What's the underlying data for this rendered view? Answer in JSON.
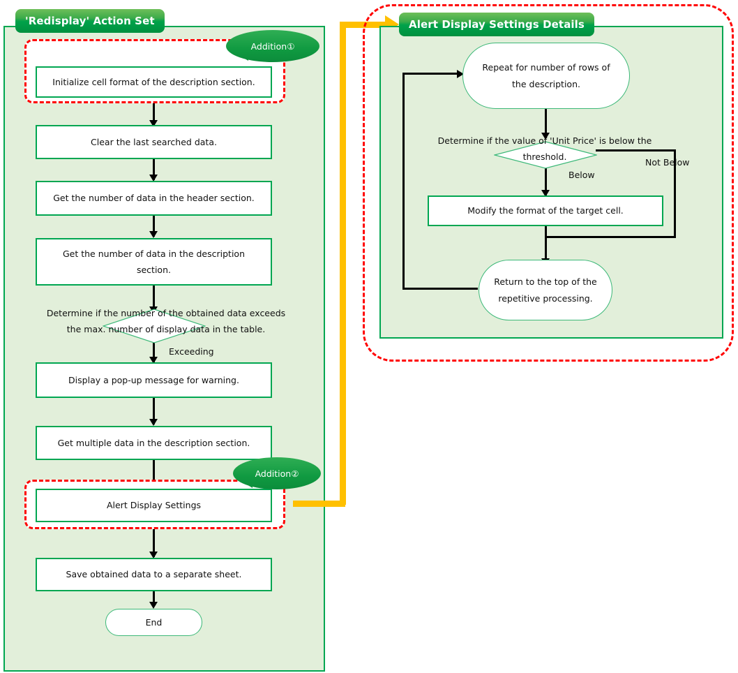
{
  "left_panel": {
    "title": "'Redisplay' Action Set",
    "nodes": [
      {
        "id": "init",
        "label": "Initialize cell format of the description section."
      },
      {
        "id": "clear",
        "label": "Clear the last searched data."
      },
      {
        "id": "header_count",
        "label": "Get the number of data in the header section."
      },
      {
        "id": "desc_count",
        "label": "Get the number of data in the description\nsection."
      },
      {
        "id": "decision",
        "label": "Determine if the number of the obtained data exceeds\nthe max. number of display data in the table."
      },
      {
        "id": "popup",
        "label": "Display a pop-up message for warning."
      },
      {
        "id": "multi",
        "label": "Get multiple data in the description section."
      },
      {
        "id": "alert",
        "label": "Alert Display Settings"
      },
      {
        "id": "save",
        "label": "Save obtained data to a separate sheet."
      },
      {
        "id": "end",
        "label": "End"
      }
    ],
    "edge_labels": [
      {
        "id": "exceeding",
        "label": "Exceeding"
      }
    ],
    "callouts": [
      {
        "id": "addition1",
        "label": "Addition①"
      },
      {
        "id": "addition2",
        "label": "Addition②"
      }
    ]
  },
  "right_panel": {
    "title": "Alert Display Settings Details",
    "nodes": [
      {
        "id": "repeat",
        "label": "Repeat for number of rows of\nthe description."
      },
      {
        "id": "decision2",
        "label": "Determine if the value of 'Unit Price' is below the\nthreshold."
      },
      {
        "id": "modify",
        "label": "Modify the format of the target cell."
      },
      {
        "id": "return",
        "label": "Return to the top of the\nrepetitive processing."
      }
    ],
    "edge_labels": [
      {
        "id": "below",
        "label": "Below"
      },
      {
        "id": "not_below",
        "label": "Not Below"
      }
    ]
  },
  "colors": {
    "panel_fill": "#e2efda",
    "panel_border": "#00a651",
    "node_border": "#00a651",
    "highlight_dashed": "#ff0000",
    "connector_yellow": "#FFC000",
    "connector_black": "#000000",
    "title_text": "#ffffff"
  }
}
